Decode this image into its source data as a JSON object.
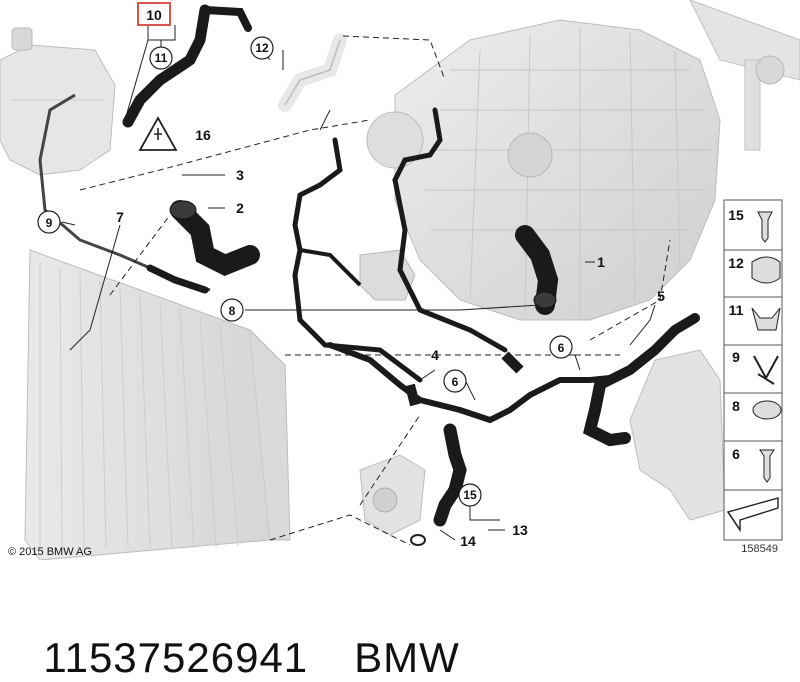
{
  "callouts": {
    "c10": "10",
    "c11": "11",
    "c12": "12",
    "c16": "16",
    "c3": "3",
    "c2": "2",
    "c9": "9",
    "c7": "7",
    "c1": "1",
    "c8": "8",
    "c5": "5",
    "c6a": "6",
    "c6b": "6",
    "c4": "4",
    "c15": "15",
    "c13": "13",
    "c14": "14"
  },
  "legend": {
    "items": [
      "15",
      "12",
      "11",
      "9",
      "8",
      "6"
    ]
  },
  "copyright": "© 2015 BMW AG",
  "diagram_code": "158549",
  "caption": {
    "part_number": "11537526941",
    "brand": "BMW"
  },
  "colors": {
    "highlight_box": "#d9534f",
    "hose": "#1a1a1a",
    "engine": "#dcdcdc",
    "lines": "#222222"
  }
}
